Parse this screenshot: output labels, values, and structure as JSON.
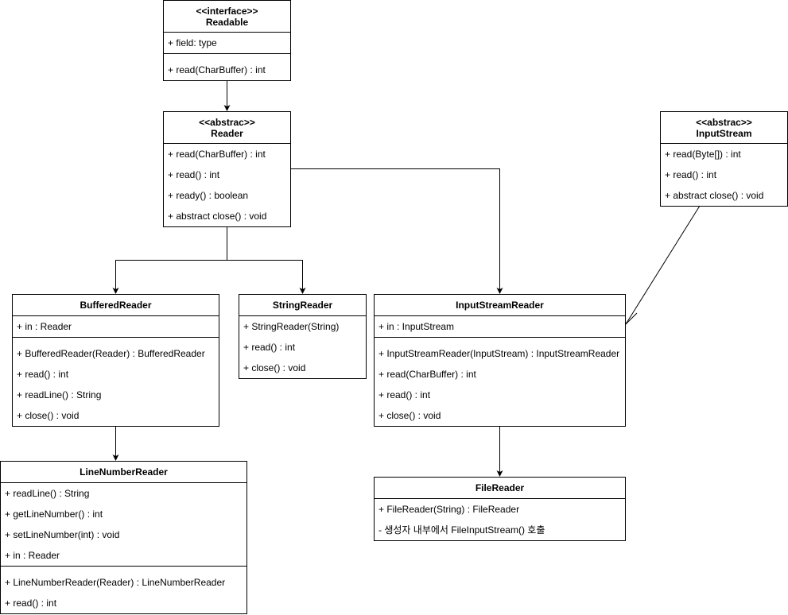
{
  "classes": [
    {
      "id": "readable",
      "stereotype": "<<interface>>",
      "name": "Readable",
      "sections": [
        [
          "+ field: type"
        ],
        [
          "+ read(CharBuffer) : int"
        ]
      ]
    },
    {
      "id": "reader",
      "stereotype": "<<abstrac>>",
      "name": "Reader",
      "sections": [
        [
          "+ read(CharBuffer) : int",
          "+ read() : int",
          "+ ready() : boolean",
          "+ abstract close() : void"
        ]
      ]
    },
    {
      "id": "inputstream",
      "stereotype": "<<abstrac>>",
      "name": "InputStream",
      "sections": [
        [
          "+ read(Byte[]) : int",
          "+ read() : int",
          "+ abstract close() : void"
        ]
      ]
    },
    {
      "id": "bufferedreader",
      "stereotype": "",
      "name": "BufferedReader",
      "sections": [
        [
          "+ in : Reader"
        ],
        [
          "+ BufferedReader(Reader) : BufferedReader",
          "+ read() : int",
          "+ readLine() : String",
          "+ close() : void"
        ]
      ]
    },
    {
      "id": "stringreader",
      "stereotype": "",
      "name": "StringReader",
      "sections": [
        [
          "+ StringReader(String)",
          "+ read() : int",
          "+ close() : void"
        ]
      ]
    },
    {
      "id": "inputstreamreader",
      "stereotype": "",
      "name": "InputStreamReader",
      "sections": [
        [
          "+ in : InputStream"
        ],
        [
          "+ InputStreamReader(InputStream) : InputStreamReader",
          "+ read(CharBuffer) : int",
          "+ read() : int",
          "+ close() : void"
        ]
      ]
    },
    {
      "id": "linenumberreader",
      "stereotype": "",
      "name": "LineNumberReader",
      "sections": [
        [
          "+ readLine() : String",
          "+ getLineNumber() : int",
          "+ setLineNumber(int) : void",
          "+ in : Reader"
        ],
        [
          "+ LineNumberReader(Reader) : LineNumberReader",
          "+ read() : int"
        ]
      ]
    },
    {
      "id": "filereader",
      "stereotype": "",
      "name": "FileReader",
      "sections": [
        [
          "+ FileReader(String) : FileReader",
          "- 생성자 내부에서 FileInputStream() 호출"
        ]
      ]
    }
  ],
  "relations": [
    {
      "from": "readable",
      "to": "reader",
      "type": "association"
    },
    {
      "from": "reader",
      "to": "bufferedreader",
      "type": "association"
    },
    {
      "from": "reader",
      "to": "stringreader",
      "type": "association"
    },
    {
      "from": "reader",
      "to": "inputstreamreader",
      "type": "association"
    },
    {
      "from": "bufferedreader",
      "to": "linenumberreader",
      "type": "association"
    },
    {
      "from": "inputstreamreader",
      "to": "filereader",
      "type": "association"
    },
    {
      "from": "inputstream",
      "to": "inputstreamreader",
      "type": "dependency"
    }
  ],
  "colors": {
    "line": "#000000",
    "fill": "#ffffff"
  }
}
